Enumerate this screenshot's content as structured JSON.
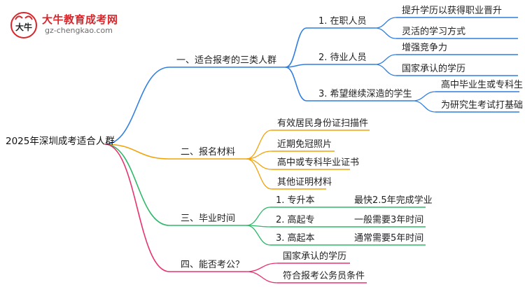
{
  "logo": {
    "title": "大牛教育成考网",
    "url": "gz-chengkao.com",
    "mark_text": "大牛"
  },
  "root": {
    "label": "2025年深圳成考适合人群"
  },
  "colors": {
    "branch1": "#2f7fe0",
    "branch2": "#f0a30a",
    "branch3": "#2fb86a",
    "branch4": "#e8336d",
    "logo_red": "#d8262b"
  },
  "branches": [
    {
      "label": "一、适合报考的三类人群",
      "children": [
        {
          "label": "1. 在职人员",
          "children": [
            "提升学历以获得职业晋升",
            "灵活的学习方式"
          ]
        },
        {
          "label": "2. 待业人员",
          "children": [
            "增强竞争力",
            "国家承认的学历"
          ]
        },
        {
          "label": "3. 希望继续深造的学生",
          "children": [
            "高中毕业生或专科生",
            "为研究生考试打基础"
          ]
        }
      ]
    },
    {
      "label": "二、报名材料",
      "children": [
        "有效居民身份证扫描件",
        "近期免冠照片",
        "高中或专科毕业证书",
        "其他证明材料"
      ]
    },
    {
      "label": "三、毕业时间",
      "children": [
        {
          "label": "1. 专升本",
          "note": "最快2.5年完成学业"
        },
        {
          "label": "2. 高起专",
          "note": "一般需要3年时间"
        },
        {
          "label": "3. 高起本",
          "note": "通常需要5年时间"
        }
      ]
    },
    {
      "label": "四、能否考公？",
      "children": [
        "国家承认的学历",
        "符合报考公务员条件"
      ]
    }
  ]
}
